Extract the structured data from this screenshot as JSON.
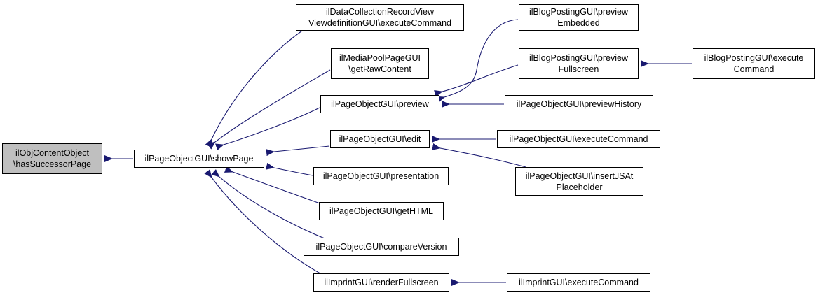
{
  "colors": {
    "edge": "#191970",
    "border": "#000000",
    "root_fill": "#bfbfbf",
    "node_fill": "#ffffff"
  },
  "nodes": {
    "root": [
      "ilObjContentObject",
      "\\hasSuccessorPage"
    ],
    "showPage": [
      "ilPageObjectGUI\\showPage"
    ],
    "dcExecute": [
      "ilDataCollectionRecordView",
      "ViewdefinitionGUI\\executeCommand"
    ],
    "mediaPool": [
      "ilMediaPoolPageGUI",
      "\\getRawContent"
    ],
    "preview": [
      "ilPageObjectGUI\\preview"
    ],
    "edit": [
      "ilPageObjectGUI\\edit"
    ],
    "presentation": [
      "ilPageObjectGUI\\presentation"
    ],
    "getHTML": [
      "ilPageObjectGUI\\getHTML"
    ],
    "compareVersion": [
      "ilPageObjectGUI\\compareVersion"
    ],
    "imprintRender": [
      "ilImprintGUI\\renderFullscreen"
    ],
    "blogEmbedded": [
      "ilBlogPostingGUI\\preview",
      "Embedded"
    ],
    "blogFullscreen": [
      "ilBlogPostingGUI\\preview",
      "Fullscreen"
    ],
    "previewHistory": [
      "ilPageObjectGUI\\previewHistory"
    ],
    "editExecute": [
      "ilPageObjectGUI\\executeCommand"
    ],
    "insertJS": [
      "ilPageObjectGUI\\insertJSAt",
      "Placeholder"
    ],
    "imprintExecute": [
      "ilImprintGUI\\executeCommand"
    ],
    "blogExecute": [
      "ilBlogPostingGUI\\execute",
      "Command"
    ]
  }
}
